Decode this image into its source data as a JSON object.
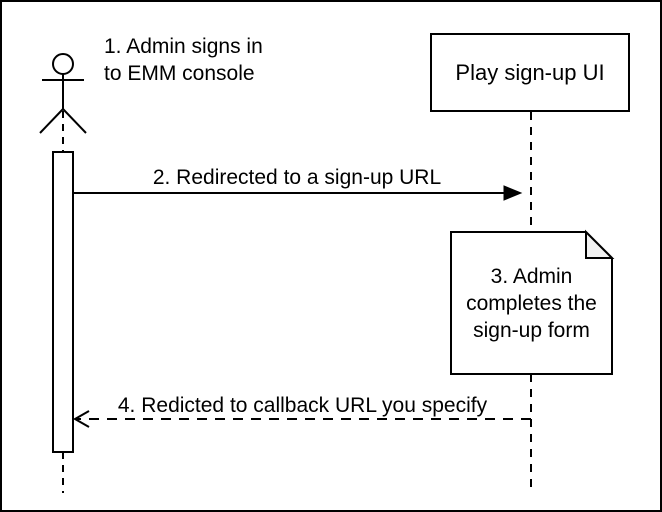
{
  "actor": {
    "label_lines": [
      "1. Admin signs in",
      "to EMM console"
    ]
  },
  "play_box": {
    "label": "Play sign-up UI"
  },
  "messages": {
    "redirect_label": "2. Redirected to a sign-up URL",
    "callback_label": "4. Redicted to callback URL you specify"
  },
  "note": {
    "lines": [
      "3. Admin",
      "completes the",
      "sign-up form"
    ]
  },
  "colors": {
    "stroke": "#000000",
    "background": "#ffffff",
    "note_fold": "#f2f2f2"
  }
}
